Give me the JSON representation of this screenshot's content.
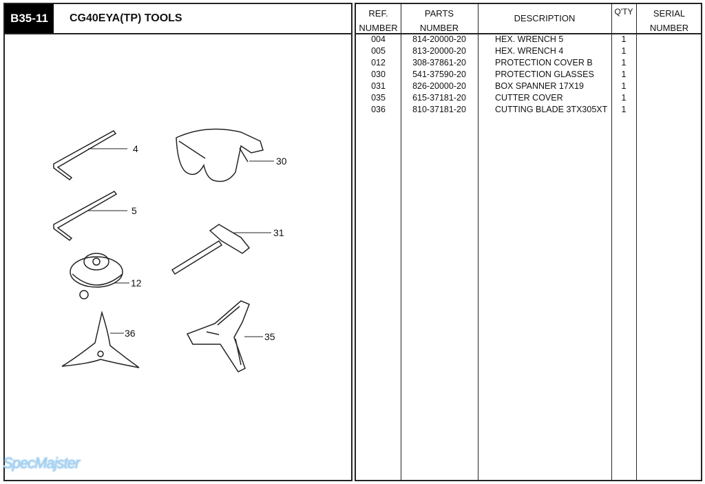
{
  "header": {
    "code": "B35-11",
    "title": "CG40EYA(TP) TOOLS"
  },
  "table": {
    "columns": [
      [
        "REF.",
        "NUMBER"
      ],
      [
        "PARTS",
        "NUMBER"
      ],
      [
        "DESCRIPTION"
      ],
      [
        "Q'TY"
      ],
      [
        "SERIAL",
        "NUMBER"
      ]
    ],
    "rows": [
      {
        "ref": "004",
        "part": "814-20000-20",
        "desc": "HEX. WRENCH 5",
        "qty": "1"
      },
      {
        "ref": "005",
        "part": "813-20000-20",
        "desc": "HEX. WRENCH 4",
        "qty": "1"
      },
      {
        "ref": "012",
        "part": "308-37861-20",
        "desc": "PROTECTION COVER B",
        "qty": "1"
      },
      {
        "ref": "030",
        "part": "541-37590-20",
        "desc": "PROTECTION GLASSES",
        "qty": "1"
      },
      {
        "ref": "031",
        "part": "826-20000-20",
        "desc": "BOX SPANNER 17X19",
        "qty": "1"
      },
      {
        "ref": "035",
        "part": "615-37181-20",
        "desc": "CUTTER COVER",
        "qty": "1"
      },
      {
        "ref": "036",
        "part": "810-37181-20",
        "desc": "CUTTING BLADE 3TX305XT",
        "qty": "1"
      }
    ]
  },
  "callouts": [
    "4",
    "30",
    "5",
    "31",
    "12",
    "36",
    "35"
  ],
  "watermark": "SpecMajster"
}
